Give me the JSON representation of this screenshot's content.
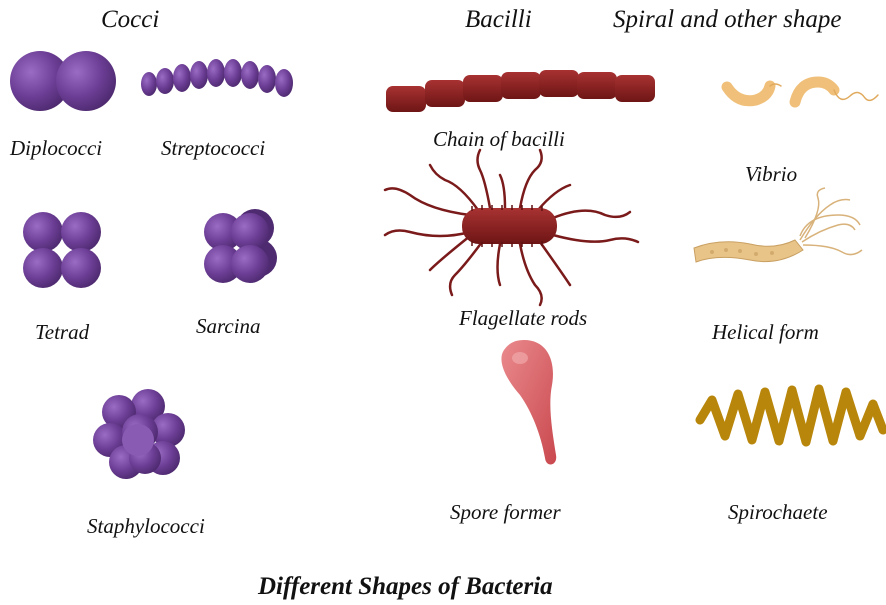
{
  "headers": {
    "cocci": "Cocci",
    "bacilli": "Bacilli",
    "spiral": "Spiral and other shape"
  },
  "labels": {
    "diplococci": "Diplococci",
    "streptococci": "Streptococci",
    "tetrad": "Tetrad",
    "sarcina": "Sarcina",
    "staphylococci": "Staphylococci",
    "chain_of_bacilli": "Chain of bacilli",
    "flagellate_rods": "Flagellate rods",
    "spore_former": "Spore former",
    "vibrio": "Vibrio",
    "helical_form": "Helical form",
    "spirochaete": "Spirochaete"
  },
  "caption": "Different Shapes of Bacteria",
  "colors": {
    "cocci": "#6b3d94",
    "cocci_light": "#8a5bb3",
    "cocci_dark": "#4e2a70",
    "bacilli": "#8b1e1e",
    "spore": "#d9656a",
    "vibrio": "#f0c07a",
    "helical": "#e8c489",
    "spirochaete": "#b8860b"
  }
}
